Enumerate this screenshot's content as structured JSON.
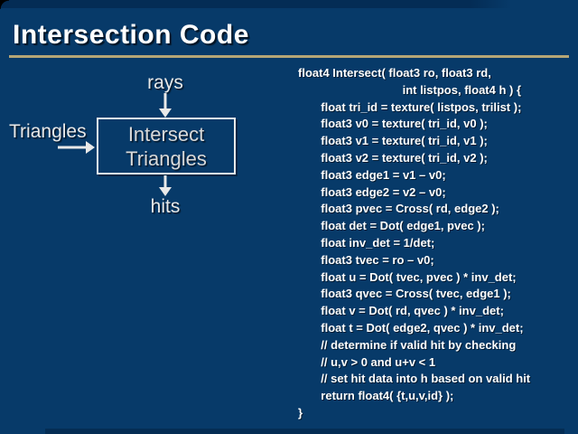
{
  "slide": {
    "title": "Intersection Code",
    "colors": {
      "background": "#073a69",
      "accent_rule": "#b5a676",
      "top_bar": "#042c55",
      "text": "#ffffff",
      "diagram_text": "#e8e8e8"
    },
    "diagram": {
      "rays_label": "rays",
      "hits_label": "hits",
      "triangles_label": "Triangles",
      "box_line1": "Intersect",
      "box_line2": "Triangles",
      "icons": {
        "down_arrow": "down-arrow",
        "right_arrow": "right-arrow"
      }
    },
    "code": {
      "lines": [
        "float4 Intersect( float3 ro, float3 rd,",
        "                                int listpos, float4 h ) {",
        "       float tri_id = texture( listpos, trilist );",
        "       float3 v0 = texture( tri_id, v0 );",
        "       float3 v1 = texture( tri_id, v1 );",
        "       float3 v2 = texture( tri_id, v2 );",
        "       float3 edge1 = v1 – v0;",
        "       float3 edge2 = v2 – v0;",
        "       float3 pvec = Cross( rd, edge2 );",
        "       float det = Dot( edge1, pvec );",
        "       float inv_det = 1/det;",
        "       float3 tvec = ro – v0;",
        "       float u = Dot( tvec, pvec ) * inv_det;",
        "       float3 qvec = Cross( tvec, edge1 );",
        "       float v = Dot( rd, qvec ) * inv_det;",
        "       float t = Dot( edge2, qvec ) * inv_det;",
        "       // determine if valid hit by checking",
        "       // u,v > 0 and u+v < 1",
        "       // set hit data into h based on valid hit",
        "       return float4( {t,u,v,id} );",
        "}"
      ]
    }
  }
}
